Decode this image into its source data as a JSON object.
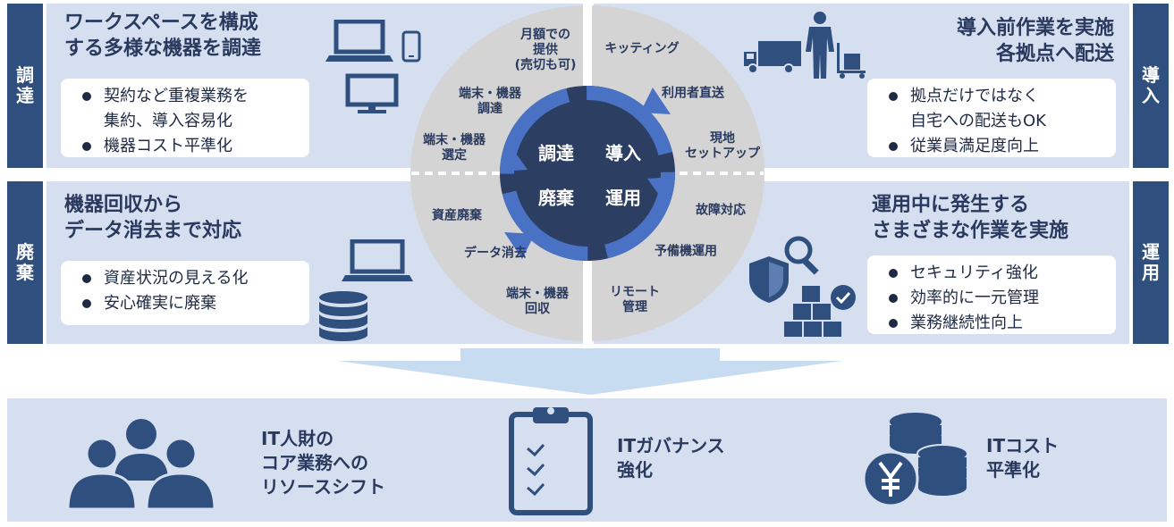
{
  "tabs": {
    "procure": "調\n達",
    "dispose": "廃\n棄",
    "deploy": "導\n入",
    "operate": "運\n用"
  },
  "panels": {
    "procure": {
      "title": "ワークスペースを構成\nする多様な機器を調達",
      "bullets": [
        "契約など重複業務を",
        "集約、導入容易化",
        "機器コスト平準化"
      ]
    },
    "deploy": {
      "title": "導入前作業を実施\n各拠点へ配送",
      "bullets": [
        "拠点だけではなく",
        "自宅への配送もOK",
        "従業員満足度向上"
      ]
    },
    "dispose": {
      "title": "機器回収から\nデータ消去まで対応",
      "bullets": [
        "資産状況の見える化",
        "安心確実に廃棄"
      ]
    },
    "operate": {
      "title": "運用中に発生する\nさまざまな作業を実施",
      "bullets": [
        "セキュリティ強化",
        "効率的に一元管理",
        "業務継続性向上"
      ]
    }
  },
  "wheel": {
    "core": {
      "procure": "調達",
      "deploy": "導入",
      "dispose": "廃棄",
      "operate": "運用"
    },
    "labels": {
      "monthly": "月額での\n提供\n(売切も可)",
      "kitting": "キッティング",
      "direct": "利用者直送",
      "onsite": "現地\nセットアップ",
      "fault": "故障対応",
      "spare": "予備機運用",
      "remote": "リモート\n管理",
      "collect": "端末・機器\n回収",
      "erase": "データ消去",
      "asset": "資産廃棄",
      "select": "端末・機器\n選定",
      "procure": "端末・機器\n調達"
    }
  },
  "outcomes": {
    "talent": "IT人財の\nコア業務への\nリソースシフト",
    "governance": "ITガバナンス\n強化",
    "cost": "ITコスト\n平準化"
  },
  "icons": [
    "laptop-icon",
    "smartphone-icon",
    "monitor-icon",
    "truck-icon",
    "worker-icon",
    "hand-cart-icon",
    "database-icon",
    "shield-icon",
    "magnifier-icon",
    "boxes-icon",
    "check-icon",
    "people-icon",
    "clipboard-icon",
    "yen-coins-icon"
  ],
  "colors": {
    "navy": "#2f4f7f",
    "panel": "#d5dff0",
    "arrow": "#4a72c4",
    "core": "#2d3e63",
    "wheel": "#d4d4d4"
  }
}
